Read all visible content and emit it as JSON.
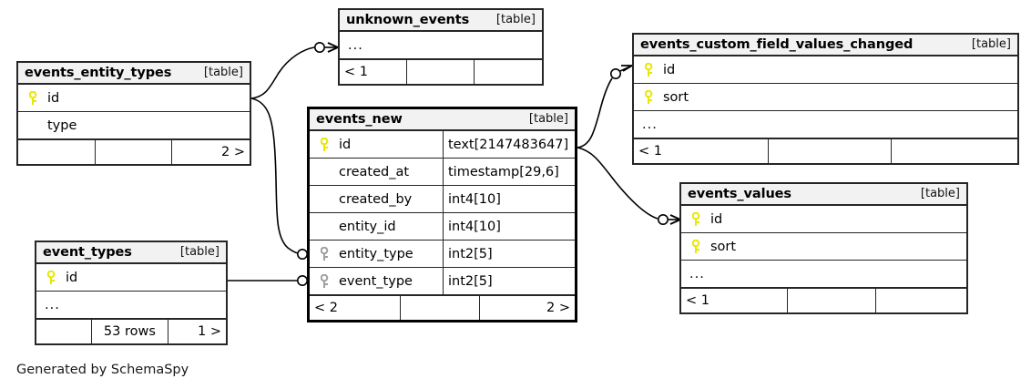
{
  "diagram": {
    "generator_note": "Generated by SchemaSpy",
    "table_tag": "[table]",
    "ellipsis": "...",
    "colors": {
      "primary_key": "#e8e800",
      "foreign_key": "#a0a0a0",
      "header_bg": "#f2f2f2",
      "border": "#262626",
      "edge": "#000000",
      "background": "#ffffff"
    }
  },
  "tables": [
    {
      "id": "events_entity_types",
      "name": "events_entity_types",
      "tag": "[table]",
      "columns": [
        {
          "name": "id",
          "type": "",
          "key": "primary"
        },
        {
          "name": "type",
          "type": "",
          "key": "none"
        }
      ],
      "footer": {
        "left": "",
        "center": "",
        "right": "2 >"
      }
    },
    {
      "id": "unknown_events",
      "name": "unknown_events",
      "tag": "[table]",
      "columns": [
        {
          "name": "...",
          "type": "",
          "key": "none"
        }
      ],
      "footer": {
        "left": "< 1",
        "center": "",
        "right": ""
      }
    },
    {
      "id": "events_custom_field_values_changed",
      "name": "events_custom_field_values_changed",
      "tag": "[table]",
      "columns": [
        {
          "name": "id",
          "type": "",
          "key": "primary"
        },
        {
          "name": "sort",
          "type": "",
          "key": "primary"
        },
        {
          "name": "...",
          "type": "",
          "key": "none"
        }
      ],
      "footer": {
        "left": "< 1",
        "center": "",
        "right": ""
      }
    },
    {
      "id": "events_new",
      "name": "events_new",
      "tag": "[table]",
      "columns": [
        {
          "name": "id",
          "type": "text[2147483647]",
          "key": "primary"
        },
        {
          "name": "created_at",
          "type": "timestamp[29,6]",
          "key": "none"
        },
        {
          "name": "created_by",
          "type": "int4[10]",
          "key": "none"
        },
        {
          "name": "entity_id",
          "type": "int4[10]",
          "key": "none"
        },
        {
          "name": "entity_type",
          "type": "int2[5]",
          "key": "foreign"
        },
        {
          "name": "event_type",
          "type": "int2[5]",
          "key": "foreign"
        }
      ],
      "footer": {
        "left": "< 2",
        "center": "",
        "right": "2 >"
      }
    },
    {
      "id": "events_values",
      "name": "events_values",
      "tag": "[table]",
      "columns": [
        {
          "name": "id",
          "type": "",
          "key": "primary"
        },
        {
          "name": "sort",
          "type": "",
          "key": "primary"
        },
        {
          "name": "...",
          "type": "",
          "key": "none"
        }
      ],
      "footer": {
        "left": "< 1",
        "center": "",
        "right": ""
      }
    },
    {
      "id": "event_types",
      "name": "event_types",
      "tag": "[table]",
      "columns": [
        {
          "name": "id",
          "type": "",
          "key": "primary"
        },
        {
          "name": "...",
          "type": "",
          "key": "none"
        }
      ],
      "footer": {
        "left": "",
        "center": "53 rows",
        "right": "1 >"
      }
    }
  ],
  "relationships": [
    {
      "from": "events_entity_types.id",
      "to": "unknown_events"
    },
    {
      "from": "events_entity_types.id",
      "to": "events_new.entity_type"
    },
    {
      "from": "event_types.id",
      "to": "events_new.event_type"
    },
    {
      "from": "events_new.id",
      "to": "events_custom_field_values_changed.id"
    },
    {
      "from": "events_new.id",
      "to": "events_values.id"
    }
  ]
}
